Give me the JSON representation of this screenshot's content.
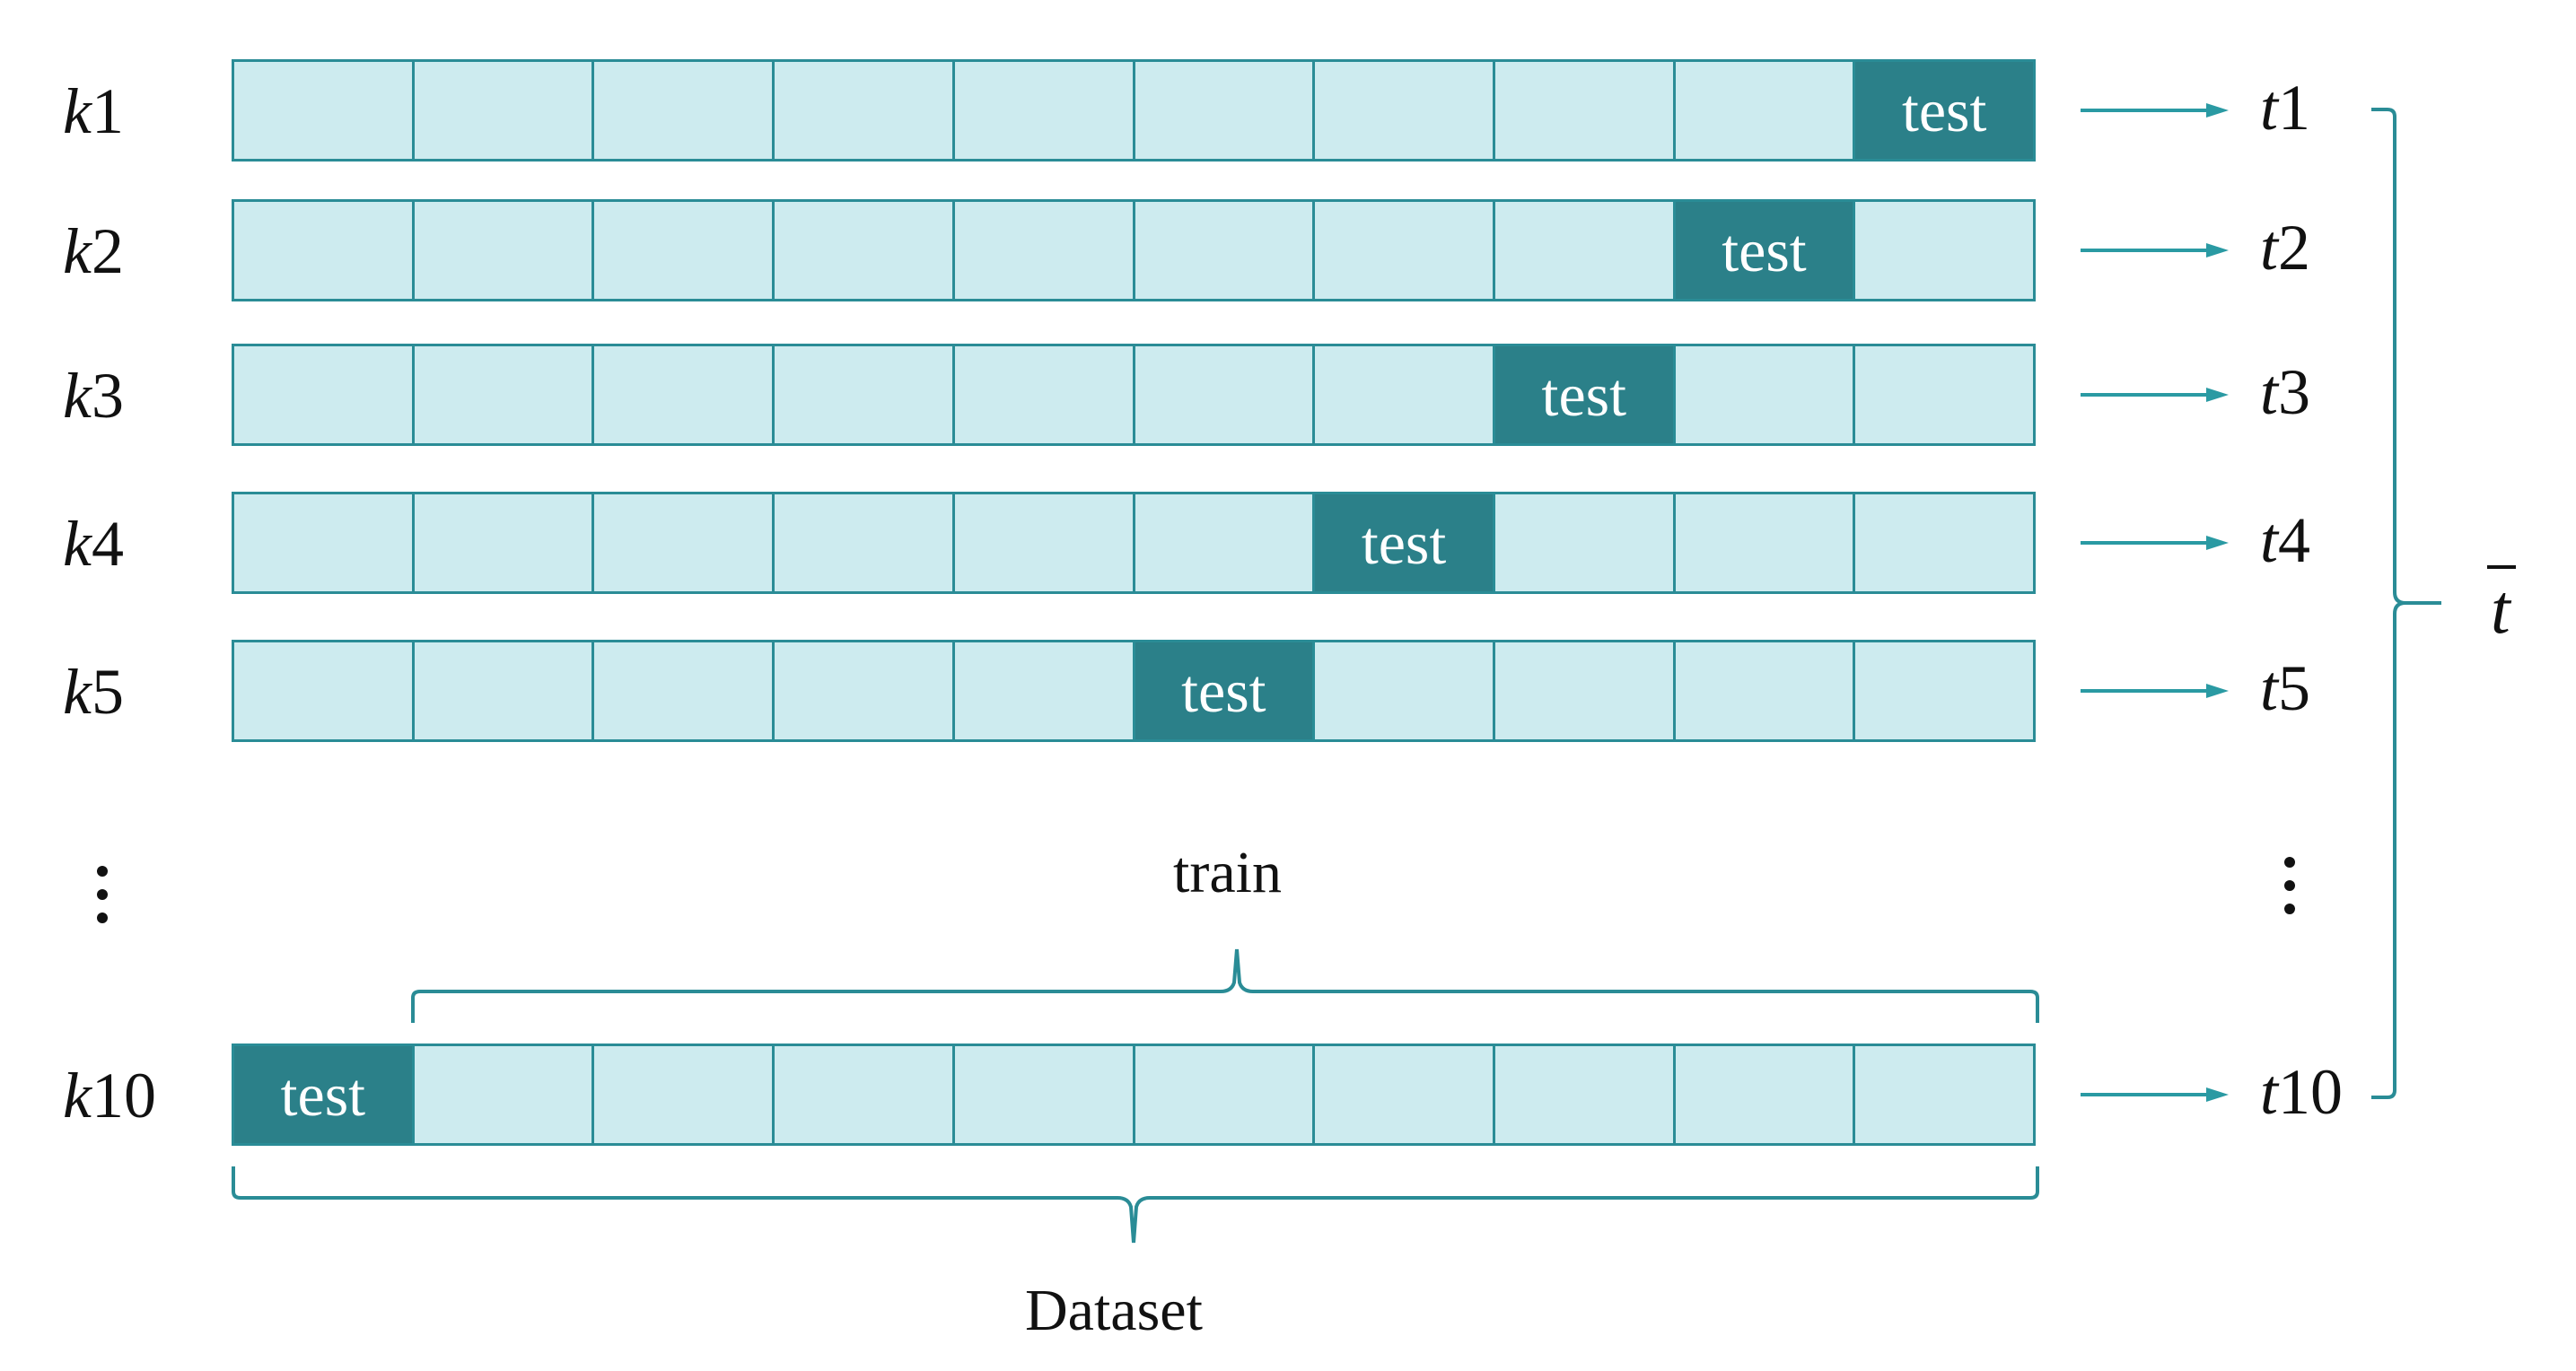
{
  "folds": [
    {
      "label_var": "k",
      "label_num": "1",
      "test_index": 9,
      "result_var": "t",
      "result_num": "1"
    },
    {
      "label_var": "k",
      "label_num": "2",
      "test_index": 8,
      "result_var": "t",
      "result_num": "2"
    },
    {
      "label_var": "k",
      "label_num": "3",
      "test_index": 7,
      "result_var": "t",
      "result_num": "3"
    },
    {
      "label_var": "k",
      "label_num": "4",
      "test_index": 6,
      "result_var": "t",
      "result_num": "4"
    },
    {
      "label_var": "k",
      "label_num": "5",
      "test_index": 5,
      "result_var": "t",
      "result_num": "5"
    },
    {
      "label_var": "k",
      "label_num": "10",
      "test_index": 0,
      "result_var": "t",
      "result_num": "10"
    }
  ],
  "segments_per_row": 10,
  "test_label": "test",
  "train_label": "train",
  "dataset_label": "Dataset",
  "average_symbol": "t",
  "colors": {
    "cell_fill": "#cdebef",
    "cell_border": "#2a8c96",
    "test_fill": "#2b8089",
    "arrow": "#2a9aa3",
    "bracket": "#2a8c96"
  }
}
